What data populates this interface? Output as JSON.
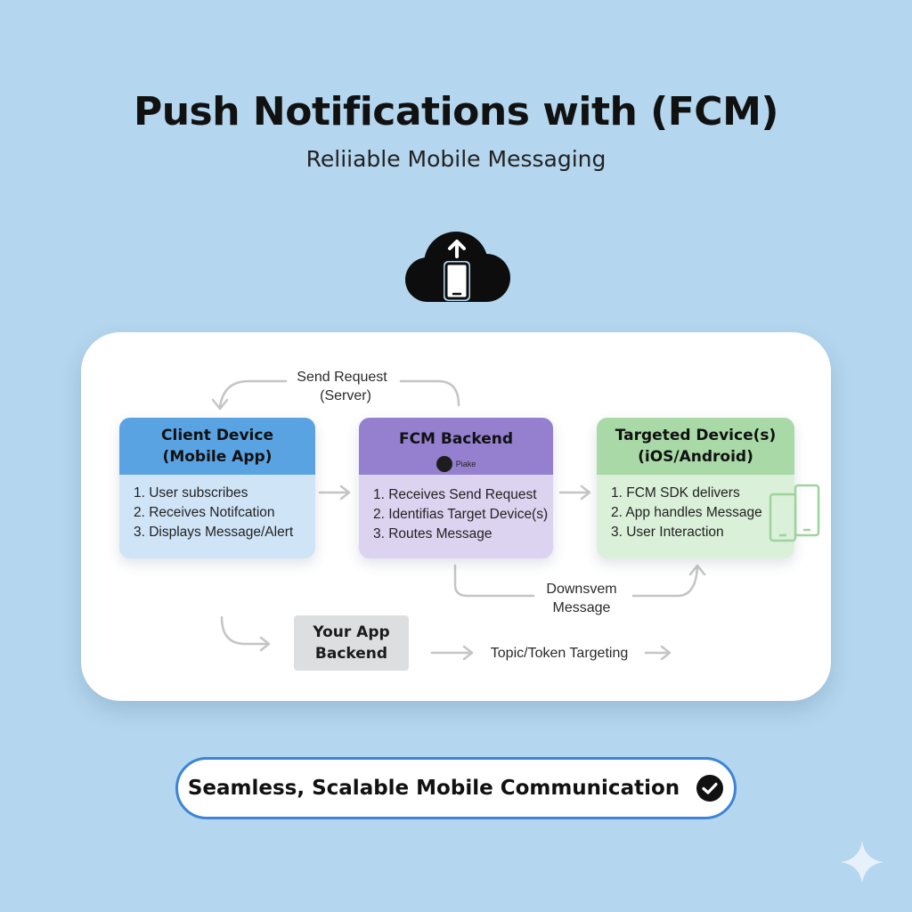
{
  "header": {
    "title": "Push Notifications with (FCM)",
    "subtitle": "Reliiable Mobile Messaging"
  },
  "icons": {
    "hero": "cloud-upload-phone-icon",
    "devices": "mobile-devices-icon",
    "check": "check-circle-icon",
    "sparkle": "sparkle-icon"
  },
  "diagram": {
    "send_request_label": [
      "Send Request",
      "(Server)"
    ],
    "client_device": {
      "title": [
        "Client Device",
        "(Mobile App)"
      ],
      "steps": [
        "1. User subscribes",
        "2. Receives Notifcation",
        "3. Displays Message/Alert"
      ],
      "color": "#5aa3e2"
    },
    "fcm_backend": {
      "title": "FCM Backend",
      "badge": "Piake",
      "steps": [
        "1. Receives Send Request",
        "2. Identifias Target Device(s)",
        "3. Routes Message"
      ],
      "color": "#9580cf"
    },
    "targeted_devices": {
      "title": [
        "Targeted Device(s)",
        "(iOS/Android)"
      ],
      "steps": [
        "1. FCM SDK delivers",
        "2. App handles Message",
        "3. User Interaction"
      ],
      "color": "#a8d9a6"
    },
    "downstream_label": [
      "Downsvem",
      "Message"
    ],
    "app_backend": [
      "Your App",
      "Backend"
    ],
    "targeting_label": "Topic/Token Targeting"
  },
  "footer": {
    "tagline": "Seamless, Scalable Mobile Communication",
    "accent": "#3d84d6"
  }
}
